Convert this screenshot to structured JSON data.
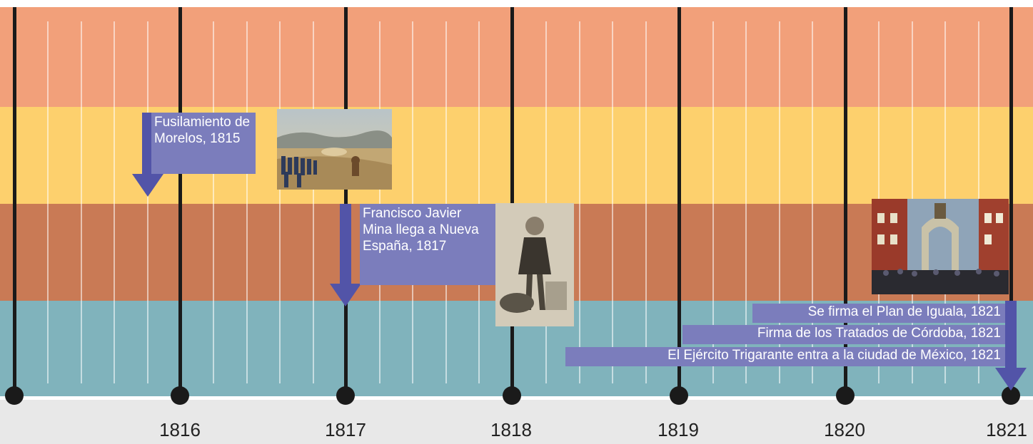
{
  "timeline": {
    "years": [
      "1816",
      "1817",
      "1818",
      "1819",
      "1820",
      "1821"
    ]
  },
  "events": {
    "morelos": "Fusilamiento de Morelos, 1815",
    "mina": "Francisco Javier Mina llega a Nueva España, 1817",
    "iguala": "Se firma el Plan de Iguala, 1821",
    "cordoba": "Firma de los Tratados de Córdoba, 1821",
    "trigarante": "El Ejército Trigarante entra a la ciudad de México, 1821"
  },
  "colors": {
    "band1": "#f2a07a",
    "band2": "#fdd06d",
    "band3": "#c97a55",
    "band4": "#80b3bc",
    "event_box": "#7b7dbc",
    "arrow": "#5254a8"
  },
  "images": [
    "battle-painting",
    "mina-portrait",
    "trigarante-entry-painting"
  ]
}
